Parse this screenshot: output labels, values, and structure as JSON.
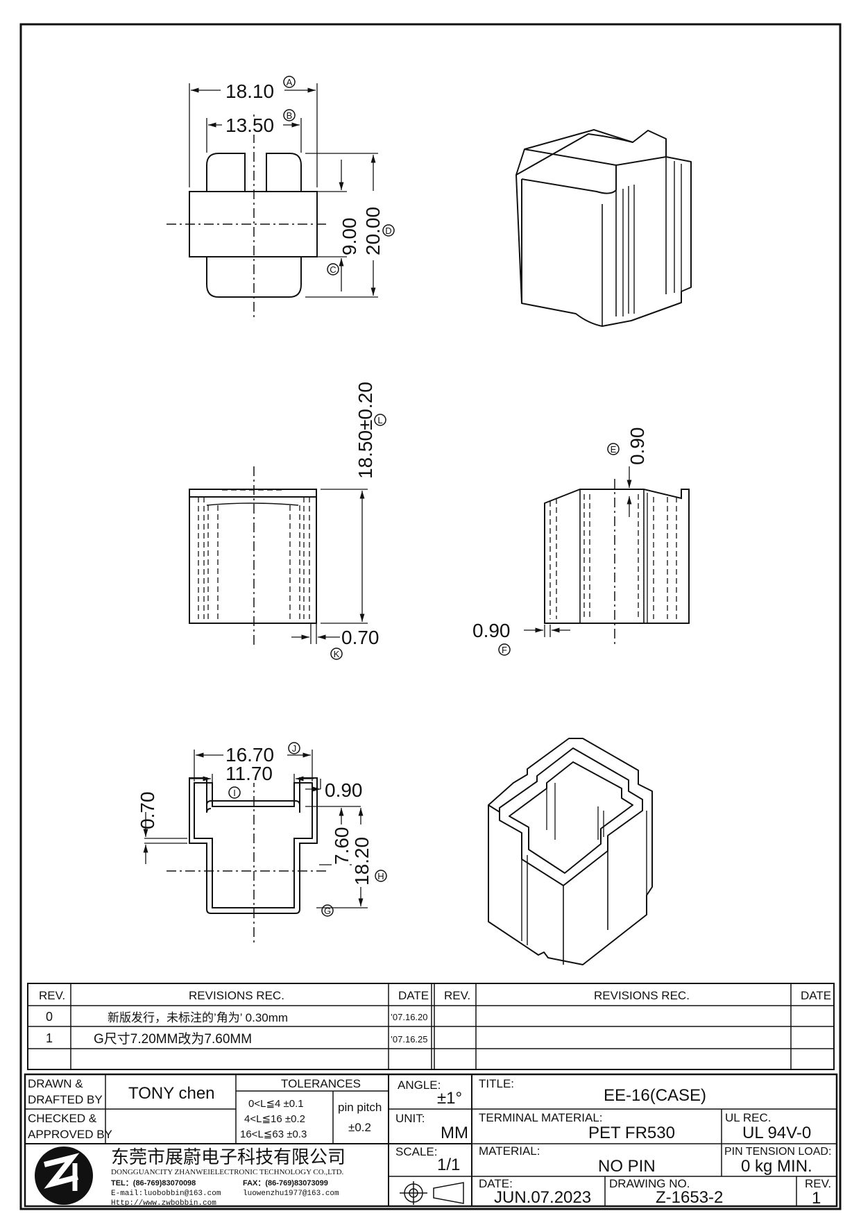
{
  "dims": {
    "a": "18.10",
    "b": "13.50",
    "c": "9.00",
    "d": "20.00",
    "l": "18.50±0.20",
    "k": "0.70",
    "e": "0.90",
    "f": "0.90",
    "j": "16.70",
    "i": "11.70",
    "h": "18.20",
    "g": "7.60",
    "slot": "0.90",
    "wall": "0.70"
  },
  "callouts": [
    "A",
    "B",
    "C",
    "D",
    "L",
    "K",
    "E",
    "F",
    "J",
    "I",
    "H",
    "G"
  ],
  "revisions": {
    "headers": {
      "rev": "REV.",
      "rec": "REVISIONS   REC.",
      "date": "DATE"
    },
    "rows": [
      {
        "rev": "0",
        "text": "新版发行，未标注的’角为’ 0.30mm",
        "date": "’07.16.20"
      },
      {
        "rev": "1",
        "text": "G尺寸7.20MM改为7.60MM",
        "date": "’07.16.25"
      }
    ]
  },
  "title_block": {
    "drawn_label": "DRAWN &\nDRAFTED BY",
    "drawn_value": "TONY chen",
    "checked_label": "CHECKED &\nAPPROVED BY",
    "tolerances_label": "TOLERANCES",
    "tol": [
      "0<L≦4   ±0.1",
      "4<L≦16  ±0.2",
      "16<L≦63  ±0.3"
    ],
    "pin_pitch_label": "pin pitch",
    "pin_pitch_value": "±0.2",
    "angle_label": "ANGLE:",
    "angle_value": "±1°",
    "unit_label": "UNIT:",
    "unit_value": "MM",
    "scale_label": "SCALE:",
    "scale_value": "1/1",
    "title_label": "TITLE:",
    "title_value": "EE-16(CASE)",
    "terminal_label": "TERMINAL MATERIAL:",
    "terminal_value": "PET FR530",
    "ul_label": "UL REC.",
    "ul_value": "UL 94V-0",
    "material_label": "MATERIAL:",
    "material_value": "NO PIN",
    "pin_tension_label": "PIN TENSION LOAD:",
    "pin_tension_value": "0 kg MIN.",
    "date_label": "DATE:",
    "date_value": "JUN.07.2023",
    "drawing_no_label": "DRAWING NO.",
    "drawing_no_value": "Z-1653-2",
    "rev_label": "REV.",
    "rev_value": "1"
  },
  "company": {
    "name_cn": "东莞市展蔚电子科技有限公司",
    "name_en": "DONGGUANCITY ZHANWEIELECTRONIC TECHNOLOGY CO.,LTD.",
    "tel": "TEL：(86-769)83070098",
    "fax": "FAX：(86-769)83073099",
    "email1": "E-mail:luobobbin@163.com",
    "email2": "luowenzhu1977@163.com",
    "web": "Http://www.zwbobbin.com"
  }
}
